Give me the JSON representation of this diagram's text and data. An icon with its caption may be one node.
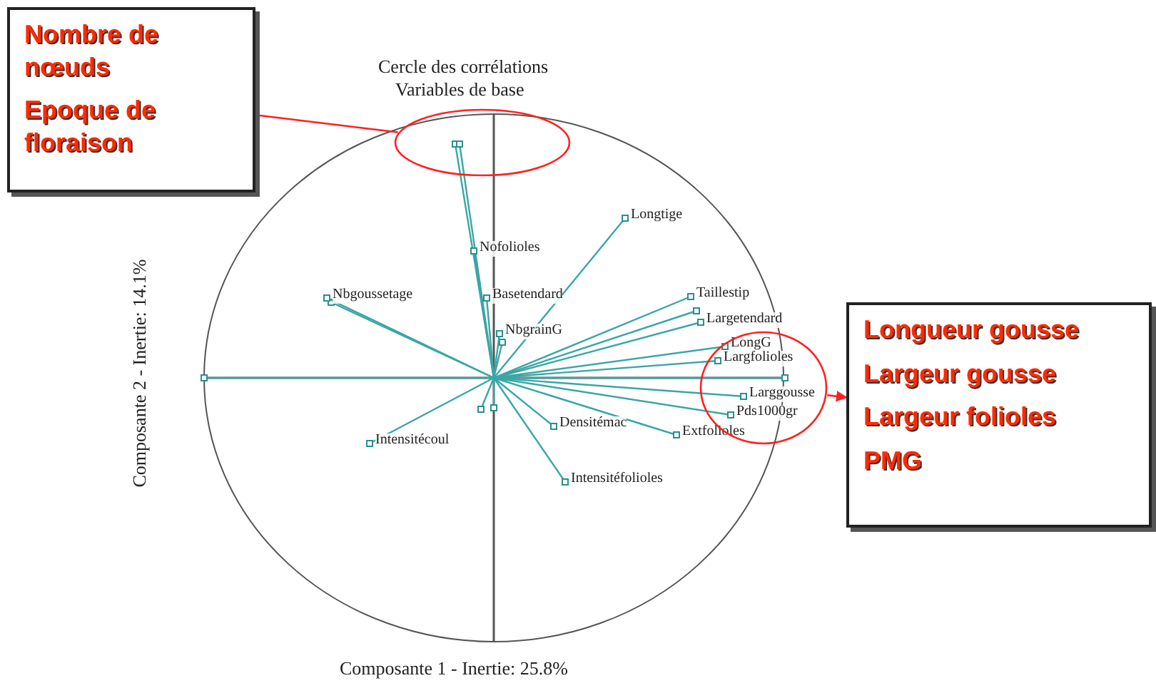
{
  "diagram": {
    "nodes": [
      {
        "text": [
          "Nombre de nœuds",
          "Epoque de floraison"
        ]
      },
      {
        "text": [],
        "shape": "circle"
      },
      {
        "text": [
          "Longueur gousse",
          "Largeur gousse",
          "Largeur folioles",
          "PMG"
        ]
      },
      {
        "text": [],
        "shape": "circle"
      }
    ],
    "edges": [
      {
        "from": 0,
        "to": 1,
        "arrow": "none",
        "color": "#ff2020"
      },
      {
        "from": 3,
        "to": 2,
        "arrow": "to",
        "color": "#ff2020"
      }
    ],
    "labels": [
      "Cercle des corrélations",
      "Variables de base",
      "Composante 2 - Inertie: 14.1%",
      "Composante 1 - Inertie: 25.8%",
      "Longtige",
      "Nofolioles",
      "Basetendard",
      "Nbgoussetage",
      "NbgrainG",
      "Taillestip",
      "Largetendard",
      "LongG",
      "Largfolioles",
      "Larggousse",
      "Pds1000gr",
      "Extfolioles",
      "Densitémac",
      "Intensitéfolioles",
      "Intensitécoul"
    ]
  }
}
